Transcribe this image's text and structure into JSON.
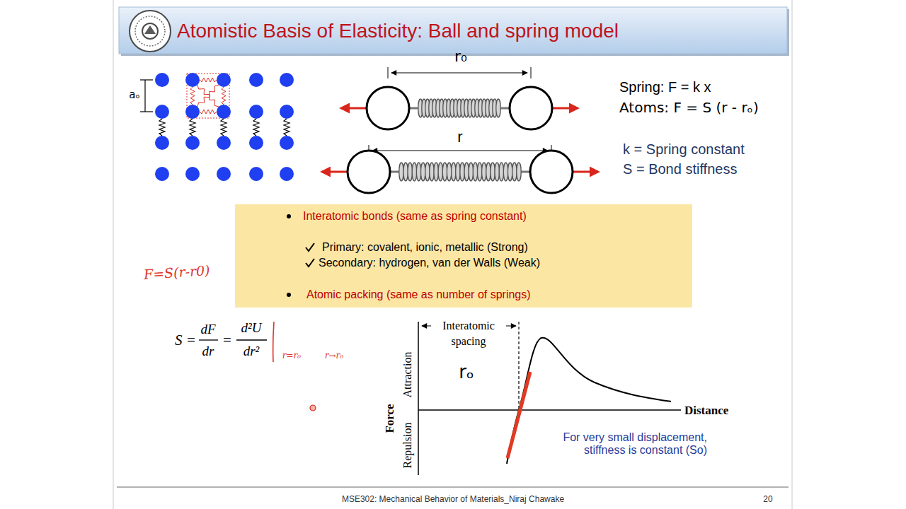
{
  "diagram": {
    "title": "Atomistic Basis of Elasticity: Ball and spring model",
    "nodes": [
      {
        "text": [
          "Interatomic bonds (same as spring constant)",
          "Primary: covalent, ionic, metallic (Strong)",
          "Secondary: hydrogen, van der Walls (Weak)",
          "Atomic packing (same as number of springs)"
        ]
      }
    ],
    "labels": [
      "aₒ",
      "r₀",
      "r",
      "Spring: F = k x",
      "Atoms: F = S (r - rₒ)",
      "k = Spring constant",
      "S = Bond stiffness",
      "F=S(r-r0)",
      "S =",
      "dF",
      "dr",
      "=",
      "d²U",
      "dr²",
      "r=r₀",
      "r→r₀",
      "Interatomic spacing",
      "rₒ",
      "Force",
      "Repulsion",
      "Attraction",
      "Distance",
      "For very small displacement, stiffness is constant (So)",
      "MSE302: Mechanical Behavior of Materials_Niraj Chawake",
      "20"
    ]
  }
}
